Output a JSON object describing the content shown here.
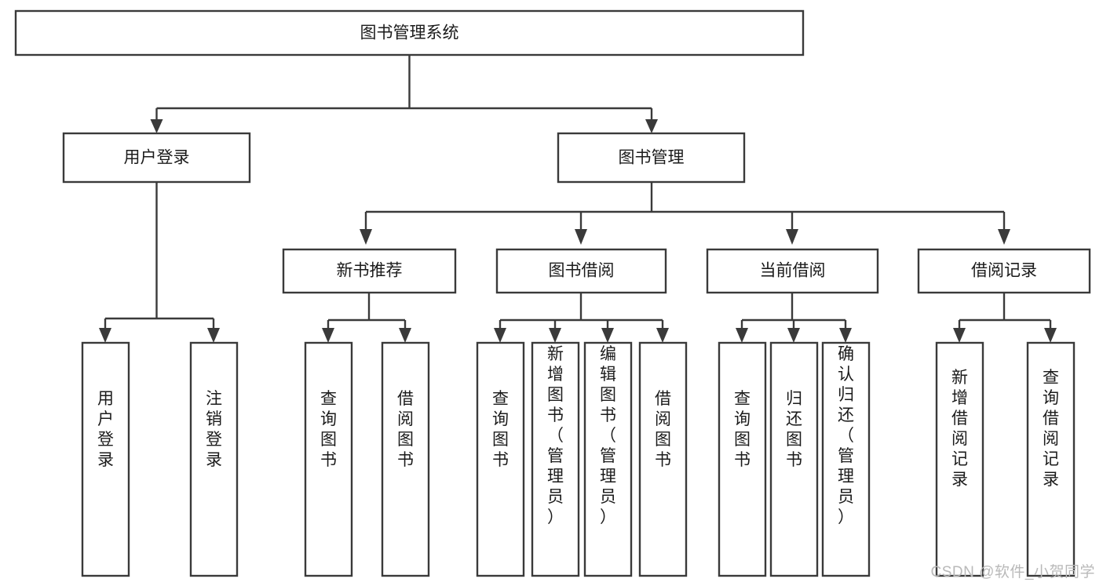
{
  "diagram": {
    "type": "tree",
    "title": "图书管理系统",
    "orientation": "top-down",
    "colors": {
      "box_stroke": "#3a3a3a",
      "box_fill": "#ffffff",
      "connector": "#3a3a3a",
      "text": "#1b1b1b",
      "watermark": "#b9b9b9",
      "background": "#ffffff"
    },
    "root": {
      "id": "root",
      "label": "图书管理系统",
      "orientation_text": "horizontal"
    },
    "level2": [
      {
        "id": "user-login",
        "label": "用户登录",
        "orientation_text": "horizontal"
      },
      {
        "id": "book-management",
        "label": "图书管理",
        "orientation_text": "horizontal"
      }
    ],
    "level3": [
      {
        "id": "new-book-recommend",
        "label": "新书推荐",
        "parent": "book-management",
        "orientation_text": "horizontal"
      },
      {
        "id": "book-borrow",
        "label": "图书借阅",
        "parent": "book-management",
        "orientation_text": "horizontal"
      },
      {
        "id": "current-borrow",
        "label": "当前借阅",
        "parent": "book-management",
        "orientation_text": "horizontal"
      },
      {
        "id": "borrow-record",
        "label": "借阅记录",
        "parent": "book-management",
        "orientation_text": "horizontal"
      }
    ],
    "leaves": [
      {
        "id": "leaf-user-login",
        "label": "用户登录",
        "parent": "user-login",
        "orientation_text": "vertical"
      },
      {
        "id": "leaf-logout-login",
        "label": "注销登录",
        "parent": "user-login",
        "orientation_text": "vertical"
      },
      {
        "id": "leaf-query-book-1",
        "label": "查询图书",
        "parent": "new-book-recommend",
        "orientation_text": "vertical"
      },
      {
        "id": "leaf-borrow-book-1",
        "label": "借阅图书",
        "parent": "new-book-recommend",
        "orientation_text": "vertical"
      },
      {
        "id": "leaf-query-book-2",
        "label": "查询图书",
        "parent": "book-borrow",
        "orientation_text": "vertical"
      },
      {
        "id": "leaf-add-book-admin",
        "label": "新增图书（管理员）",
        "parent": "book-borrow",
        "orientation_text": "vertical"
      },
      {
        "id": "leaf-edit-book-admin",
        "label": "编辑图书（管理员）",
        "parent": "book-borrow",
        "orientation_text": "vertical"
      },
      {
        "id": "leaf-borrow-book-2",
        "label": "借阅图书",
        "parent": "book-borrow",
        "orientation_text": "vertical"
      },
      {
        "id": "leaf-query-book-3",
        "label": "查询图书",
        "parent": "current-borrow",
        "orientation_text": "vertical"
      },
      {
        "id": "leaf-return-book",
        "label": "归还图书",
        "parent": "current-borrow",
        "orientation_text": "vertical"
      },
      {
        "id": "leaf-confirm-return-admin",
        "label": "确认归还（管理员）",
        "parent": "current-borrow",
        "orientation_text": "vertical"
      },
      {
        "id": "leaf-add-borrow-record",
        "label": "新增借阅记录",
        "parent": "borrow-record",
        "orientation_text": "vertical"
      },
      {
        "id": "leaf-query-borrow-record",
        "label": "查询借阅记录",
        "parent": "borrow-record",
        "orientation_text": "vertical"
      }
    ],
    "watermark": "CSDN @软件_小贺同学"
  }
}
